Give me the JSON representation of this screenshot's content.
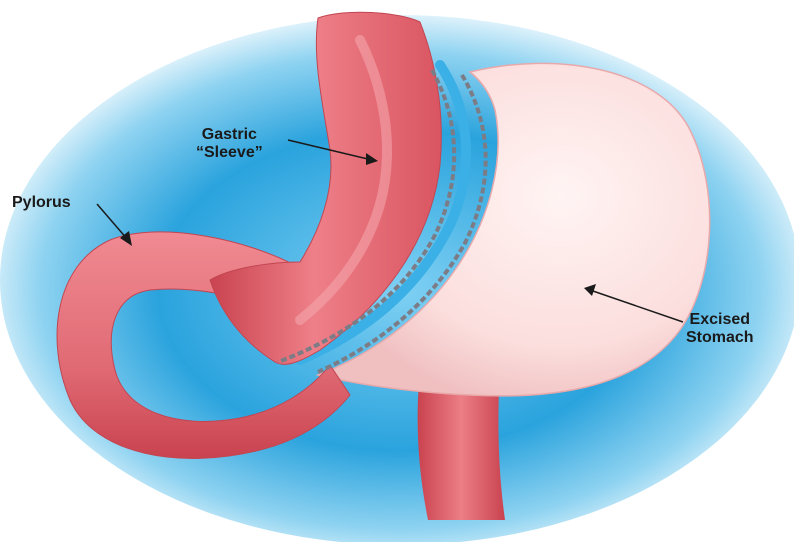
{
  "labels": {
    "gastric_line1": "Gastric",
    "gastric_line2": "“Sleeve”",
    "pylorus": "Pylorus",
    "excised_line1": "Excised",
    "excised_line2": "Stomach"
  },
  "colors": {
    "background_glow": "#2aa3dd",
    "sleeve_tissue": "#e9707a",
    "sleeve_shadow": "#c9434f",
    "excised_tissue": "#fbe0df",
    "staple_line": "#7c7c86",
    "label_text": "#1a1a1a"
  }
}
